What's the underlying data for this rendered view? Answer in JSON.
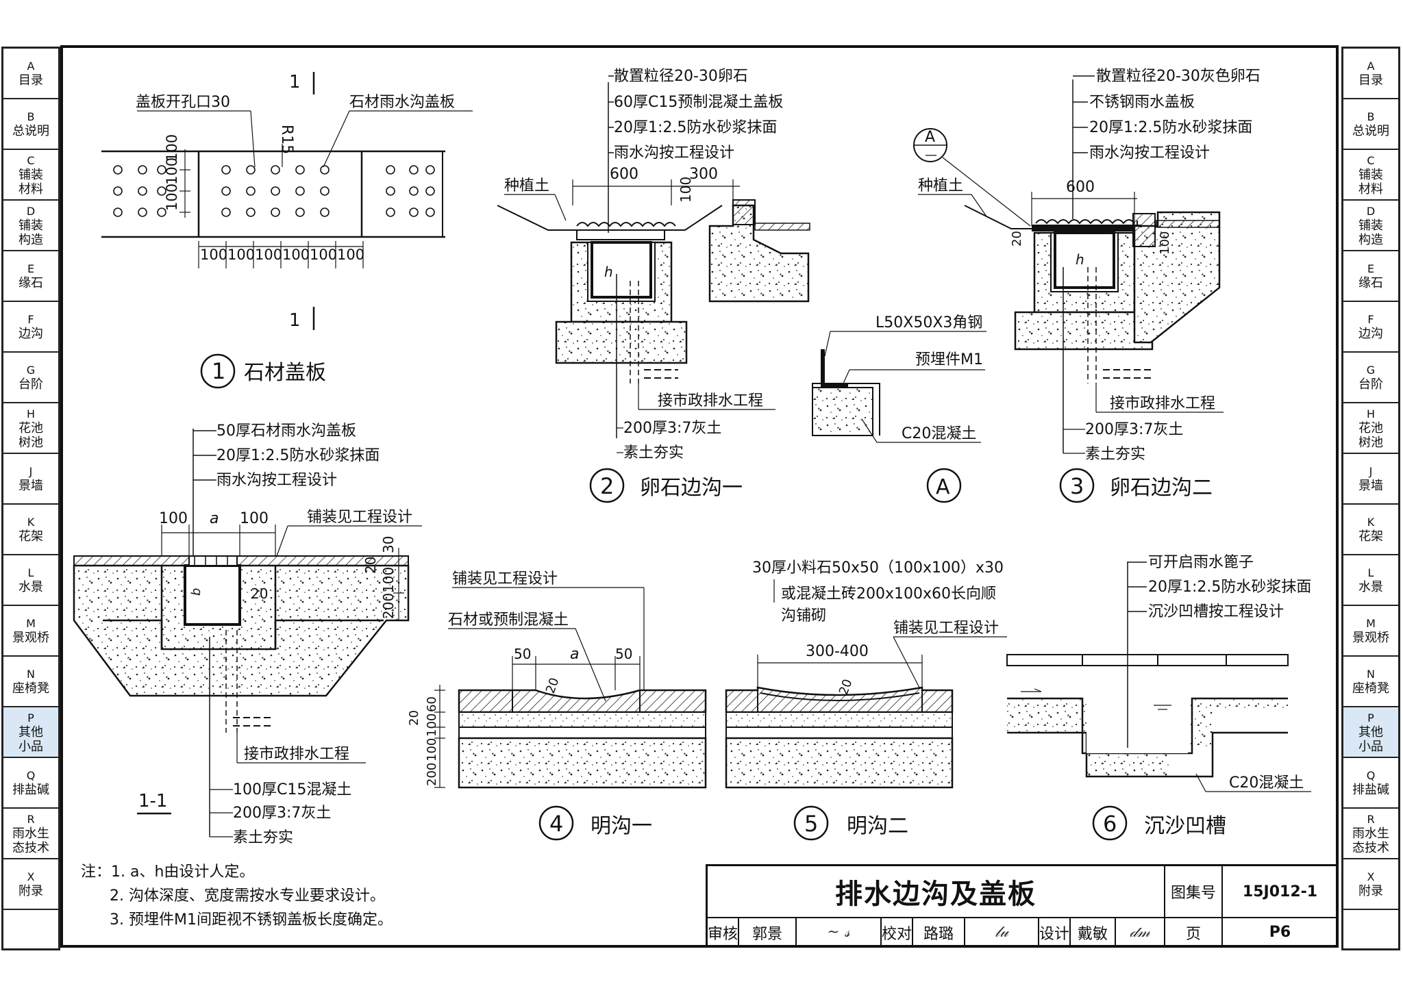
{
  "sidebar": {
    "items": [
      {
        "code": "A",
        "label": "目录"
      },
      {
        "code": "B",
        "label": "总说明"
      },
      {
        "code": "C",
        "label": "铺装\n材料"
      },
      {
        "code": "D",
        "label": "铺装\n构造"
      },
      {
        "code": "E",
        "label": "缘石"
      },
      {
        "code": "F",
        "label": "边沟"
      },
      {
        "code": "G",
        "label": "台阶"
      },
      {
        "code": "H",
        "label": "花池\n树池"
      },
      {
        "code": "J",
        "label": "景墙"
      },
      {
        "code": "K",
        "label": "花架"
      },
      {
        "code": "L",
        "label": "水景"
      },
      {
        "code": "M",
        "label": "景观桥"
      },
      {
        "code": "N",
        "label": "座椅凳"
      },
      {
        "code": "P",
        "label": "其他\n小品"
      },
      {
        "code": "Q",
        "label": "排盐碱"
      },
      {
        "code": "R",
        "label": "雨水生\n态技术"
      },
      {
        "code": "X",
        "label": "附录"
      }
    ],
    "active_code": "P",
    "active_color": "#d9e8f4"
  },
  "d1": {
    "section_mark": "1",
    "hole_label": "盖板开孔口30",
    "radius": "R15",
    "cover_label": "石材雨水沟盖板",
    "dim_100": "100",
    "num": "1",
    "title": "石材盖板"
  },
  "d2": {
    "labels": [
      "散置粒径20-30卵石",
      "60厚C15预制混凝土盖板",
      "20厚1:2.5防水砂浆抹面",
      "雨水沟按工程设计"
    ],
    "planting": "种植土",
    "dim_600": "600",
    "dim_300": "300",
    "dim_100": "100",
    "h": "h",
    "connect": "接市政排水工程",
    "lime": "200厚3:7灰土",
    "soil": "素土夯实",
    "num": "2",
    "title": "卵石边沟一"
  },
  "dA": {
    "steel": "L50X50X3角钢",
    "embed": "预埋件M1",
    "concrete": "C20混凝土",
    "num": "A",
    "callout_top": "A",
    "callout_bottom": "—"
  },
  "d3": {
    "labels": [
      "散置粒径20-30灰色卵石",
      "不锈钢雨水盖板",
      "20厚1:2.5防水砂浆抹面",
      "雨水沟按工程设计"
    ],
    "planting": "种植土",
    "dim_600": "600",
    "dim_20": "20",
    "dim_100": "100",
    "h": "h",
    "connect": "接市政排水工程",
    "lime": "200厚3:7灰土",
    "soil": "素土夯实",
    "num": "3",
    "title": "卵石边沟二"
  },
  "d11": {
    "labels": [
      "50厚石材雨水沟盖板",
      "20厚1:2.5防水砂浆抹面",
      "雨水沟按工程设计"
    ],
    "dim_100": "100",
    "dim_a": "a",
    "paving": "铺装见工程设计",
    "dim_30": "30",
    "dim_20": "20",
    "dim_100v": "100",
    "dim_200": "200",
    "dim_20b": "20",
    "b": "b",
    "connect": "接市政排水工程",
    "section": "1-1",
    "c15": "100厚C15混凝土",
    "lime": "200厚3:7灰土",
    "soil": "素土夯实"
  },
  "d4": {
    "paving": "铺装见工程设计",
    "stone": "石材或预制混凝土",
    "dim_50": "50",
    "dim_a": "a",
    "dim_20": "20",
    "dims_v": [
      "60",
      "100",
      "20",
      "100",
      "200"
    ],
    "num": "4",
    "title": "明沟一"
  },
  "d5": {
    "line1": "30厚小料石50x50（100x100）x30",
    "line2": "或混凝土砖200x100x60长向顺",
    "line3": "沟铺砌",
    "paving": "铺装见工程设计",
    "dim": "300-400",
    "dim_20": "20",
    "num": "5",
    "title": "明沟二"
  },
  "d6": {
    "labels": [
      "可开启雨水篦子",
      "20厚1:2.5防水砂浆抹面",
      "沉沙凹槽按工程设计"
    ],
    "concrete": "C20混凝土",
    "num": "6",
    "title": "沉沙凹槽"
  },
  "notes": {
    "prefix": "注：",
    "items": [
      "1. a、h由设计人定。",
      "2. 沟体深度、宽度需按水专业要求设计。",
      "3. 预埋件M1间距视不锈钢盖板长度确定。"
    ]
  },
  "title_block": {
    "title": "排水边沟及盖板",
    "atlas_label": "图集号",
    "atlas_no": "15J012-1",
    "review_label": "审核",
    "reviewer": "郭景",
    "check_label": "校对",
    "checker": "路璐",
    "design_label": "设计",
    "designer": "戴敏",
    "page_label": "页",
    "page_no": "P6"
  }
}
